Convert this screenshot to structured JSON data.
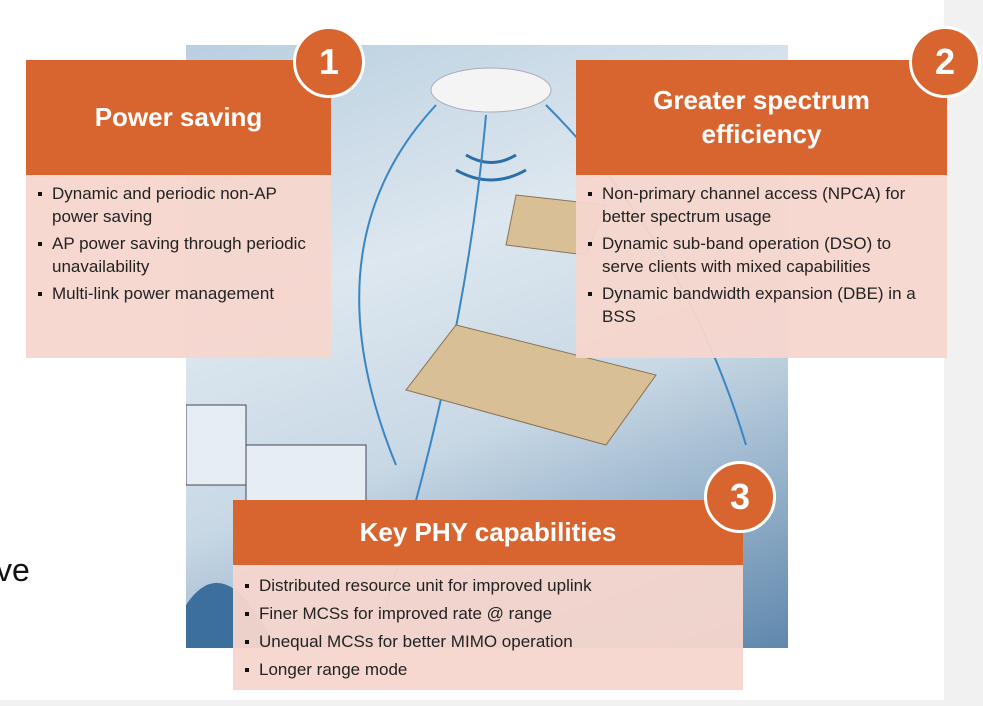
{
  "side_text": "ve",
  "cards": [
    {
      "number": "1",
      "title": "Power saving",
      "items": [
        "Dynamic and periodic non-AP power saving",
        "AP power saving through periodic unavailability",
        "Multi-link power management"
      ]
    },
    {
      "number": "2",
      "title": "Greater spectrum efficiency",
      "items": [
        "Non-primary channel access (NPCA) for better spectrum usage",
        "Dynamic sub-band operation (DSO) to serve clients with mixed capabilities",
        "Dynamic bandwidth expansion (DBE) in a BSS"
      ]
    },
    {
      "number": "3",
      "title": "Key PHY capabilities",
      "items": [
        "Distributed resource unit for improved uplink",
        "Finer MCSs for improved rate @ range",
        "Unequal MCSs for better MIMO operation",
        "Longer range mode"
      ]
    }
  ]
}
